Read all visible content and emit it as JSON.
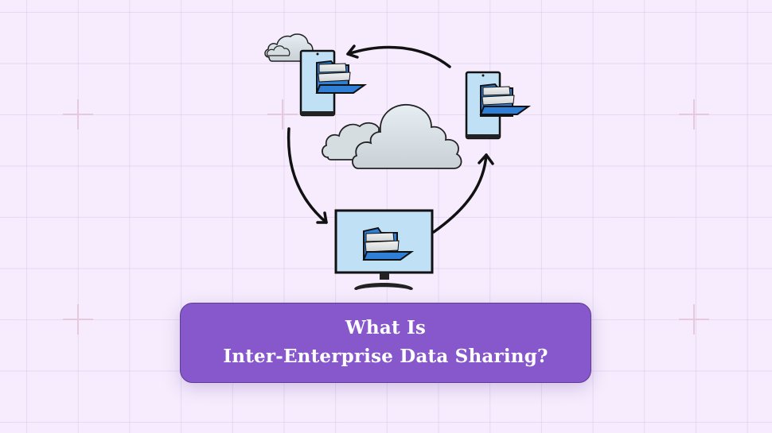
{
  "banner": {
    "line1": "What Is",
    "line2": "Inter-Enterprise Data Sharing?"
  },
  "colors": {
    "background": "#f6ecfd",
    "banner_fill": "#8757cc",
    "banner_text": "#ffffff",
    "screen_blue": "#bfe0f5",
    "folder_blue": "#2f7fd6",
    "cloud": "#dfe7ec",
    "outline": "#111111"
  },
  "illustration": {
    "nodes": [
      "phone-with-folder-left",
      "phone-with-folder-right",
      "desktop-monitor-with-folder",
      "central-cloud",
      "small-cloud"
    ],
    "flow": "cycle: monitor -> right phone -> left phone -> monitor"
  }
}
